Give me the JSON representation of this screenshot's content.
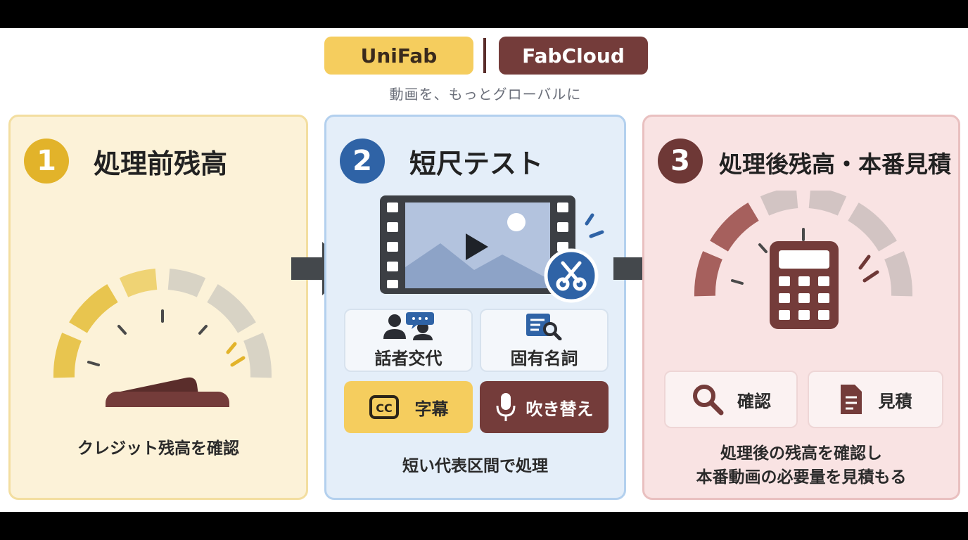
{
  "header": {
    "brand_primary": "UniFab",
    "brand_secondary": "FabCloud",
    "tagline": "動画を、もっとグローバルに"
  },
  "colors": {
    "gold": "#e2b32a",
    "blue": "#2f63a6",
    "maroon": "#6e3836"
  },
  "steps": [
    {
      "number": "1",
      "title": "処理前残高",
      "icon": "wallet-gauge-icon",
      "caption": "クレジット残高を確認"
    },
    {
      "number": "2",
      "title": "短尺テスト",
      "icon": "video-scissors-icon",
      "features": [
        {
          "label": "話者交代",
          "icon": "speakers-chat-icon"
        },
        {
          "label": "固有名詞",
          "icon": "document-search-icon"
        },
        {
          "label": "字幕",
          "icon": "cc-icon"
        },
        {
          "label": "吹き替え",
          "icon": "microphone-icon"
        }
      ],
      "caption": "短い代表区間で処理"
    },
    {
      "number": "3",
      "title": "処理後残高・本番見積",
      "icon": "calculator-gauge-icon",
      "actions": [
        {
          "label": "確認",
          "icon": "search-icon"
        },
        {
          "label": "見積",
          "icon": "document-icon"
        }
      ],
      "caption_line1": "処理後の残高を確認し",
      "caption_line2": "本番動画の必要量を見積もる"
    }
  ]
}
